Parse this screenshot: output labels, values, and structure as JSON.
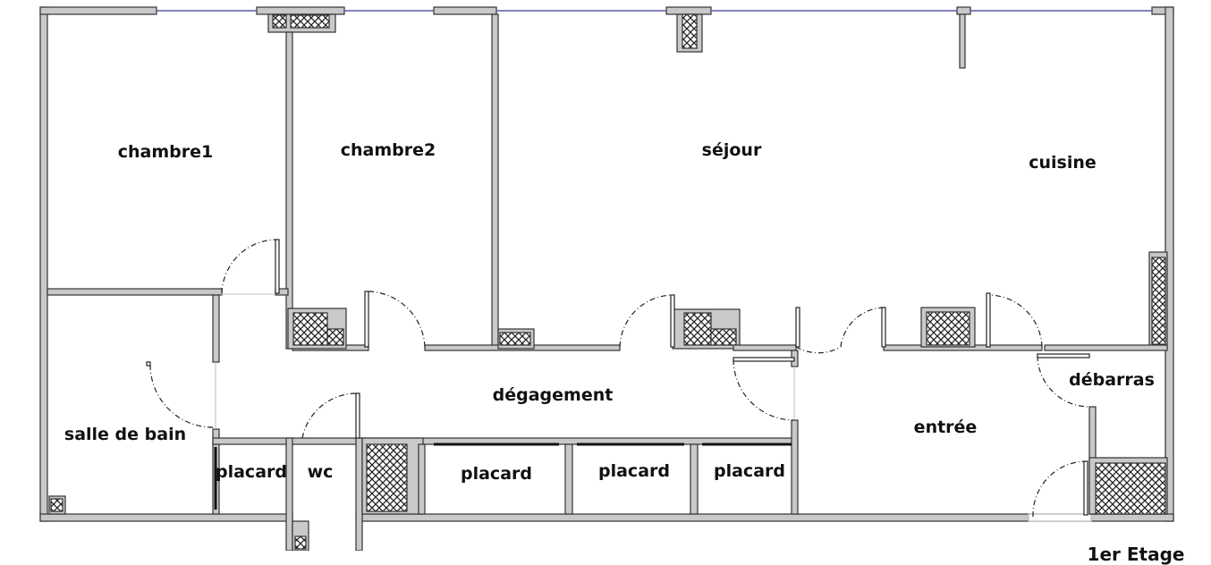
{
  "rooms": {
    "chambre1": "chambre1",
    "chambre2": "chambre2",
    "sejour": "séjour",
    "cuisine": "cuisine",
    "salle_de_bain": "salle de bain",
    "degagement": "dégagement",
    "entree": "entrée",
    "debarras": "débarras",
    "wc": "wc",
    "placard1": "placard",
    "placard2": "placard",
    "placard3": "placard",
    "placard4": "placard"
  },
  "floor_label": "1er Etage",
  "colors": {
    "wall": "#c9c9c9",
    "window": "#5a5aa8",
    "line": "#333333"
  }
}
